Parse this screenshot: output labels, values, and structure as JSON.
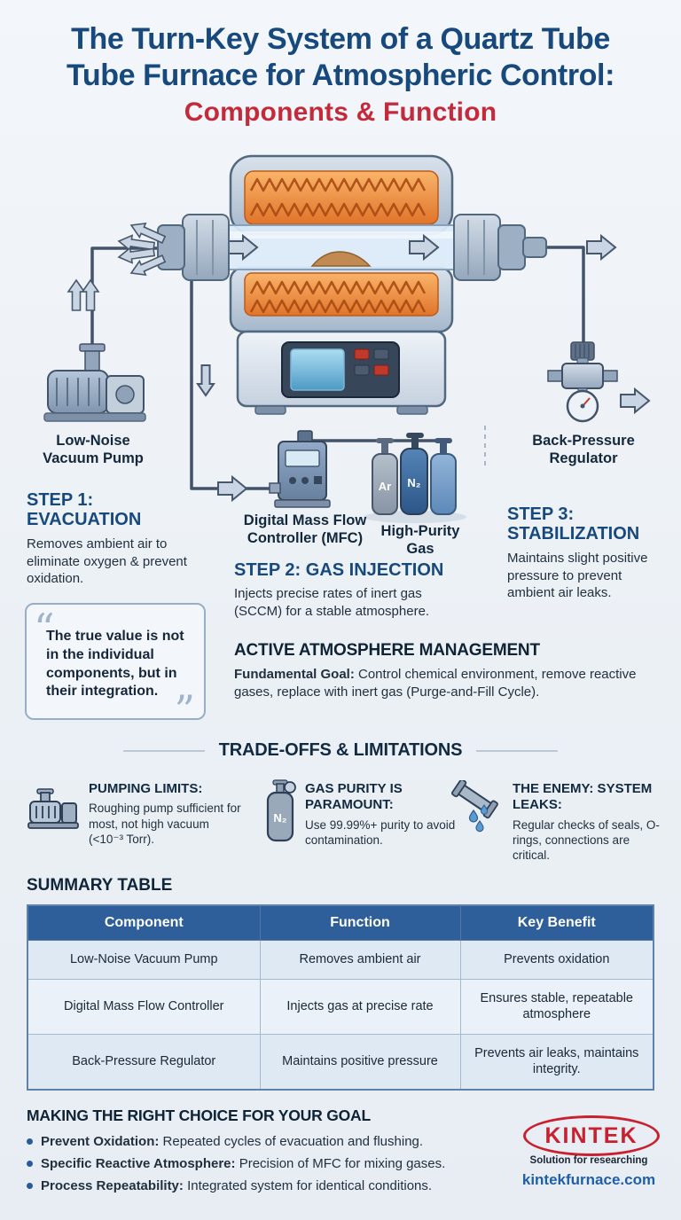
{
  "header": {
    "title_line1": "The Turn-Key System of a Quartz Tube",
    "title_line2": "Tube Furnace for Atmospheric Control:",
    "subtitle": "Components & Function"
  },
  "diagram": {
    "vacuum_pump_label": "Low-Noise Vacuum Pump",
    "regulator_label": "Back-Pressure Regulator",
    "mfc_label": "Digital Mass Flow Controller (MFC)",
    "gas_label": "High-Purity Gas",
    "cylinder1_label": "Ar",
    "cylinder2_label": "N₂",
    "quote_open": "“",
    "quote_close": "”",
    "quote": "The true value is not in the individual components, but in their integration.",
    "steps": [
      {
        "heading": "STEP 1: EVACUATION",
        "body": "Removes ambient air to eliminate oxygen & prevent oxidation."
      },
      {
        "heading": "STEP 2: GAS INJECTION",
        "body": "Injects precise rates of inert gas (SCCM) for a stable atmosphere."
      },
      {
        "heading": "STEP 3: STABILIZATION",
        "body": "Maintains slight positive pressure to prevent ambient air leaks."
      }
    ],
    "management": {
      "heading": "ACTIVE ATMOSPHERE MANAGEMENT",
      "lead": "Fundamental Goal:",
      "body": " Control chemical environment, remove reactive gases, replace with inert gas (Purge-and-Fill Cycle)."
    }
  },
  "tradeoffs": {
    "heading": "TRADE-OFFS & LIMITATIONS",
    "cylinder_icon_label": "N₂",
    "items": [
      {
        "title": "PUMPING LIMITS:",
        "body": "Roughing pump sufficient for most, not high vacuum (<10⁻³ Torr)."
      },
      {
        "title": "GAS PURITY IS PARAMOUNT:",
        "body": "Use 99.99%+ purity to avoid contamination."
      },
      {
        "title": "THE ENEMY: SYSTEM LEAKS:",
        "body": "Regular checks of seals, O-rings, connections are critical."
      }
    ]
  },
  "summary": {
    "heading": "SUMMARY TABLE",
    "columns": [
      "Component",
      "Function",
      "Key Benefit"
    ],
    "rows": [
      [
        "Low-Noise Vacuum Pump",
        "Removes ambient air",
        "Prevents oxidation"
      ],
      [
        "Digital Mass Flow Controller",
        "Injects gas at precise rate",
        "Ensures stable, repeatable atmosphere"
      ],
      [
        "Back-Pressure Regulator",
        "Maintains positive pressure",
        "Prevents air leaks, maintains integrity."
      ]
    ]
  },
  "choices": {
    "heading": "MAKING THE RIGHT CHOICE FOR YOUR GOAL",
    "items": [
      {
        "lead": "Prevent Oxidation:",
        "rest": " Repeated cycles of evacuation and flushing."
      },
      {
        "lead": "Specific Reactive Atmosphere:",
        "rest": " Precision of MFC for mixing gases."
      },
      {
        "lead": "Process Repeatability:",
        "rest": " Integrated system for identical conditions."
      }
    ]
  },
  "footer": {
    "logo": "KINTEK",
    "tagline": "Solution for researching",
    "website": "kintekfurnace.com"
  }
}
